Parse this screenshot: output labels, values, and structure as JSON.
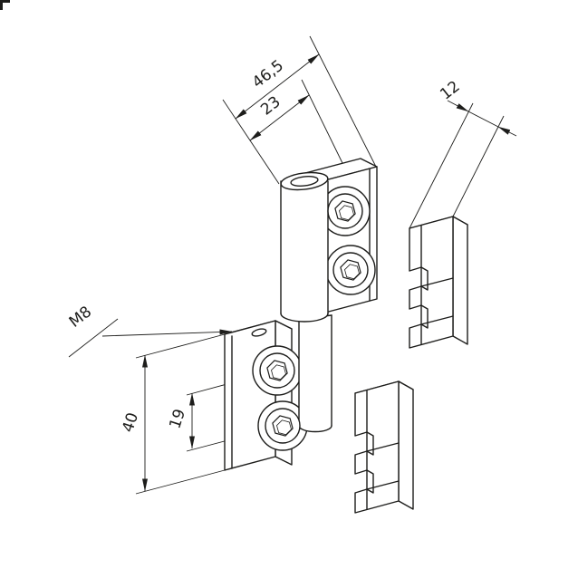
{
  "page": {
    "background": "#ffffff",
    "line_color": "#1d1d1b",
    "text_color": "#1d1d1b"
  },
  "drawing": {
    "kind": "isometric technical line drawing",
    "subject": "two-part hinge with socket screws and two cover caps",
    "labels": {
      "overall_width": "46,5",
      "inner_width": "23",
      "cap_width": "12",
      "thread": "M8",
      "hole_spacing": "19",
      "plate_length": "40"
    }
  }
}
